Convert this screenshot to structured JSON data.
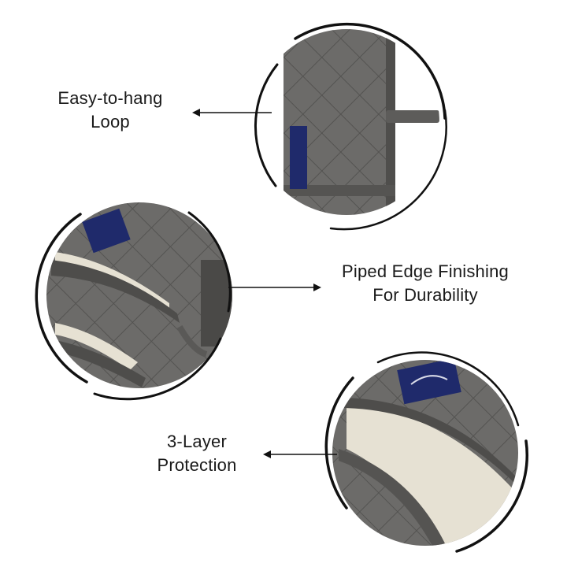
{
  "callouts": [
    {
      "line1": "Easy-to-hang",
      "line2": "Loop"
    },
    {
      "line1": "Piped Edge Finishing",
      "line2": "For Durability"
    },
    {
      "line1": "3-Layer",
      "line2": "Protection"
    }
  ],
  "colors": {
    "fabric_grey": "#6b6a68",
    "fabric_dark": "#4e4d4b",
    "lining_cream": "#e6e1d3",
    "label_navy": "#1f2a6b",
    "ring": "#111111"
  },
  "icons": [
    "arrow-left-icon",
    "arrow-right-icon",
    "brand-tag-icon"
  ]
}
